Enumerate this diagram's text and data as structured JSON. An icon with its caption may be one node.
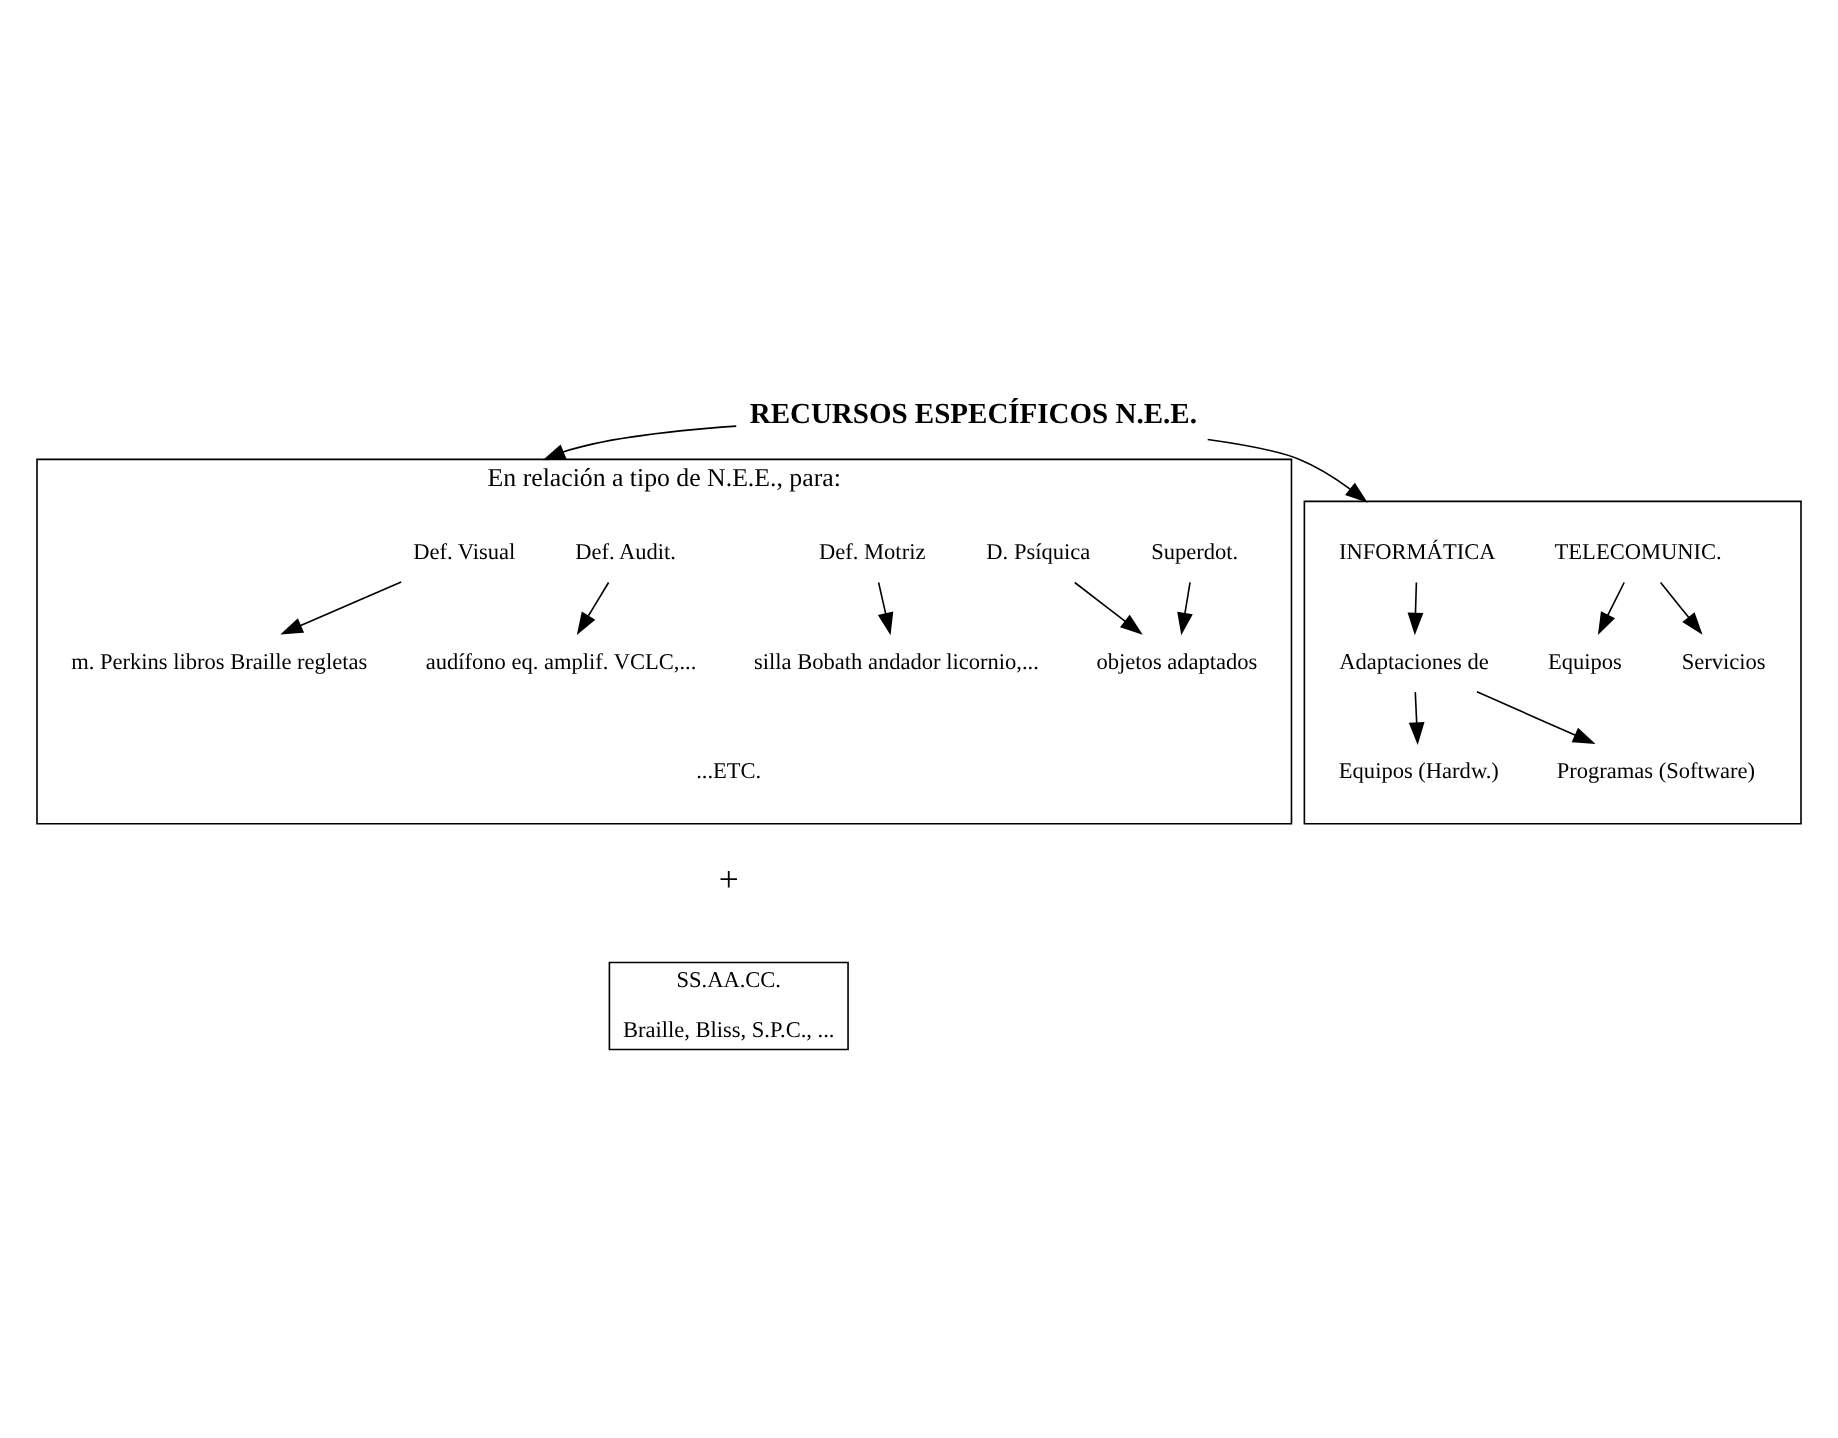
{
  "diagram": {
    "nodes": [
      {
        "text": [
          "RECURSOS ESPECÍFICOS N.E.E."
        ]
      },
      {
        "text": [
          "En relación a tipo de N.E.E., para:",
          "...ETC."
        ]
      },
      {
        "text": [
          "Def. Visual"
        ],
        "in": 1
      },
      {
        "text": [
          "Def. Audit."
        ],
        "in": 1
      },
      {
        "text": [
          "Def. Motriz"
        ],
        "in": 1
      },
      {
        "text": [
          "D. Psíquica"
        ],
        "in": 1
      },
      {
        "text": [
          "Superdot."
        ],
        "in": 1
      },
      {
        "text": [
          "m. Perkins libros Braille regletas"
        ],
        "in": 1
      },
      {
        "text": [
          "audífono eq. amplif. VCLC,..."
        ],
        "in": 1
      },
      {
        "text": [
          "silla Bobath andador licornio,..."
        ],
        "in": 1
      },
      {
        "text": [
          "objetos adaptados"
        ],
        "in": 1
      },
      {
        "text": [],
        "shape": "box"
      },
      {
        "text": [
          "INFORMÁTICA"
        ],
        "in": 11
      },
      {
        "text": [
          "TELECOMUNIC."
        ],
        "in": 11
      },
      {
        "text": [
          "Adaptaciones de"
        ],
        "in": 11
      },
      {
        "text": [
          "Equipos"
        ],
        "in": 11
      },
      {
        "text": [
          "Servicios"
        ],
        "in": 11
      },
      {
        "text": [
          "Equipos (Hardw.)"
        ],
        "in": 11
      },
      {
        "text": [
          "Programas (Software)"
        ],
        "in": 11
      },
      {
        "text": [
          "SS.AA.CC.",
          "Braille, Bliss, S.P.C., ..."
        ]
      }
    ],
    "edges": [
      {
        "from": 0,
        "to": 1,
        "arrow": "to"
      },
      {
        "from": 0,
        "to": 11,
        "arrow": "to"
      },
      {
        "from": 2,
        "to": 7,
        "arrow": "to"
      },
      {
        "from": 3,
        "to": 8,
        "arrow": "to"
      },
      {
        "from": 4,
        "to": 9,
        "arrow": "to"
      },
      {
        "from": 5,
        "to": 10,
        "arrow": "to"
      },
      {
        "from": 6,
        "to": 10,
        "arrow": "to"
      },
      {
        "from": 12,
        "to": 14,
        "arrow": "to"
      },
      {
        "from": 13,
        "to": 15,
        "arrow": "to"
      },
      {
        "from": 13,
        "to": 16,
        "arrow": "to"
      },
      {
        "from": 14,
        "to": 17,
        "arrow": "to"
      },
      {
        "from": 14,
        "to": 18,
        "arrow": "to"
      }
    ],
    "labels": [
      "+"
    ]
  }
}
